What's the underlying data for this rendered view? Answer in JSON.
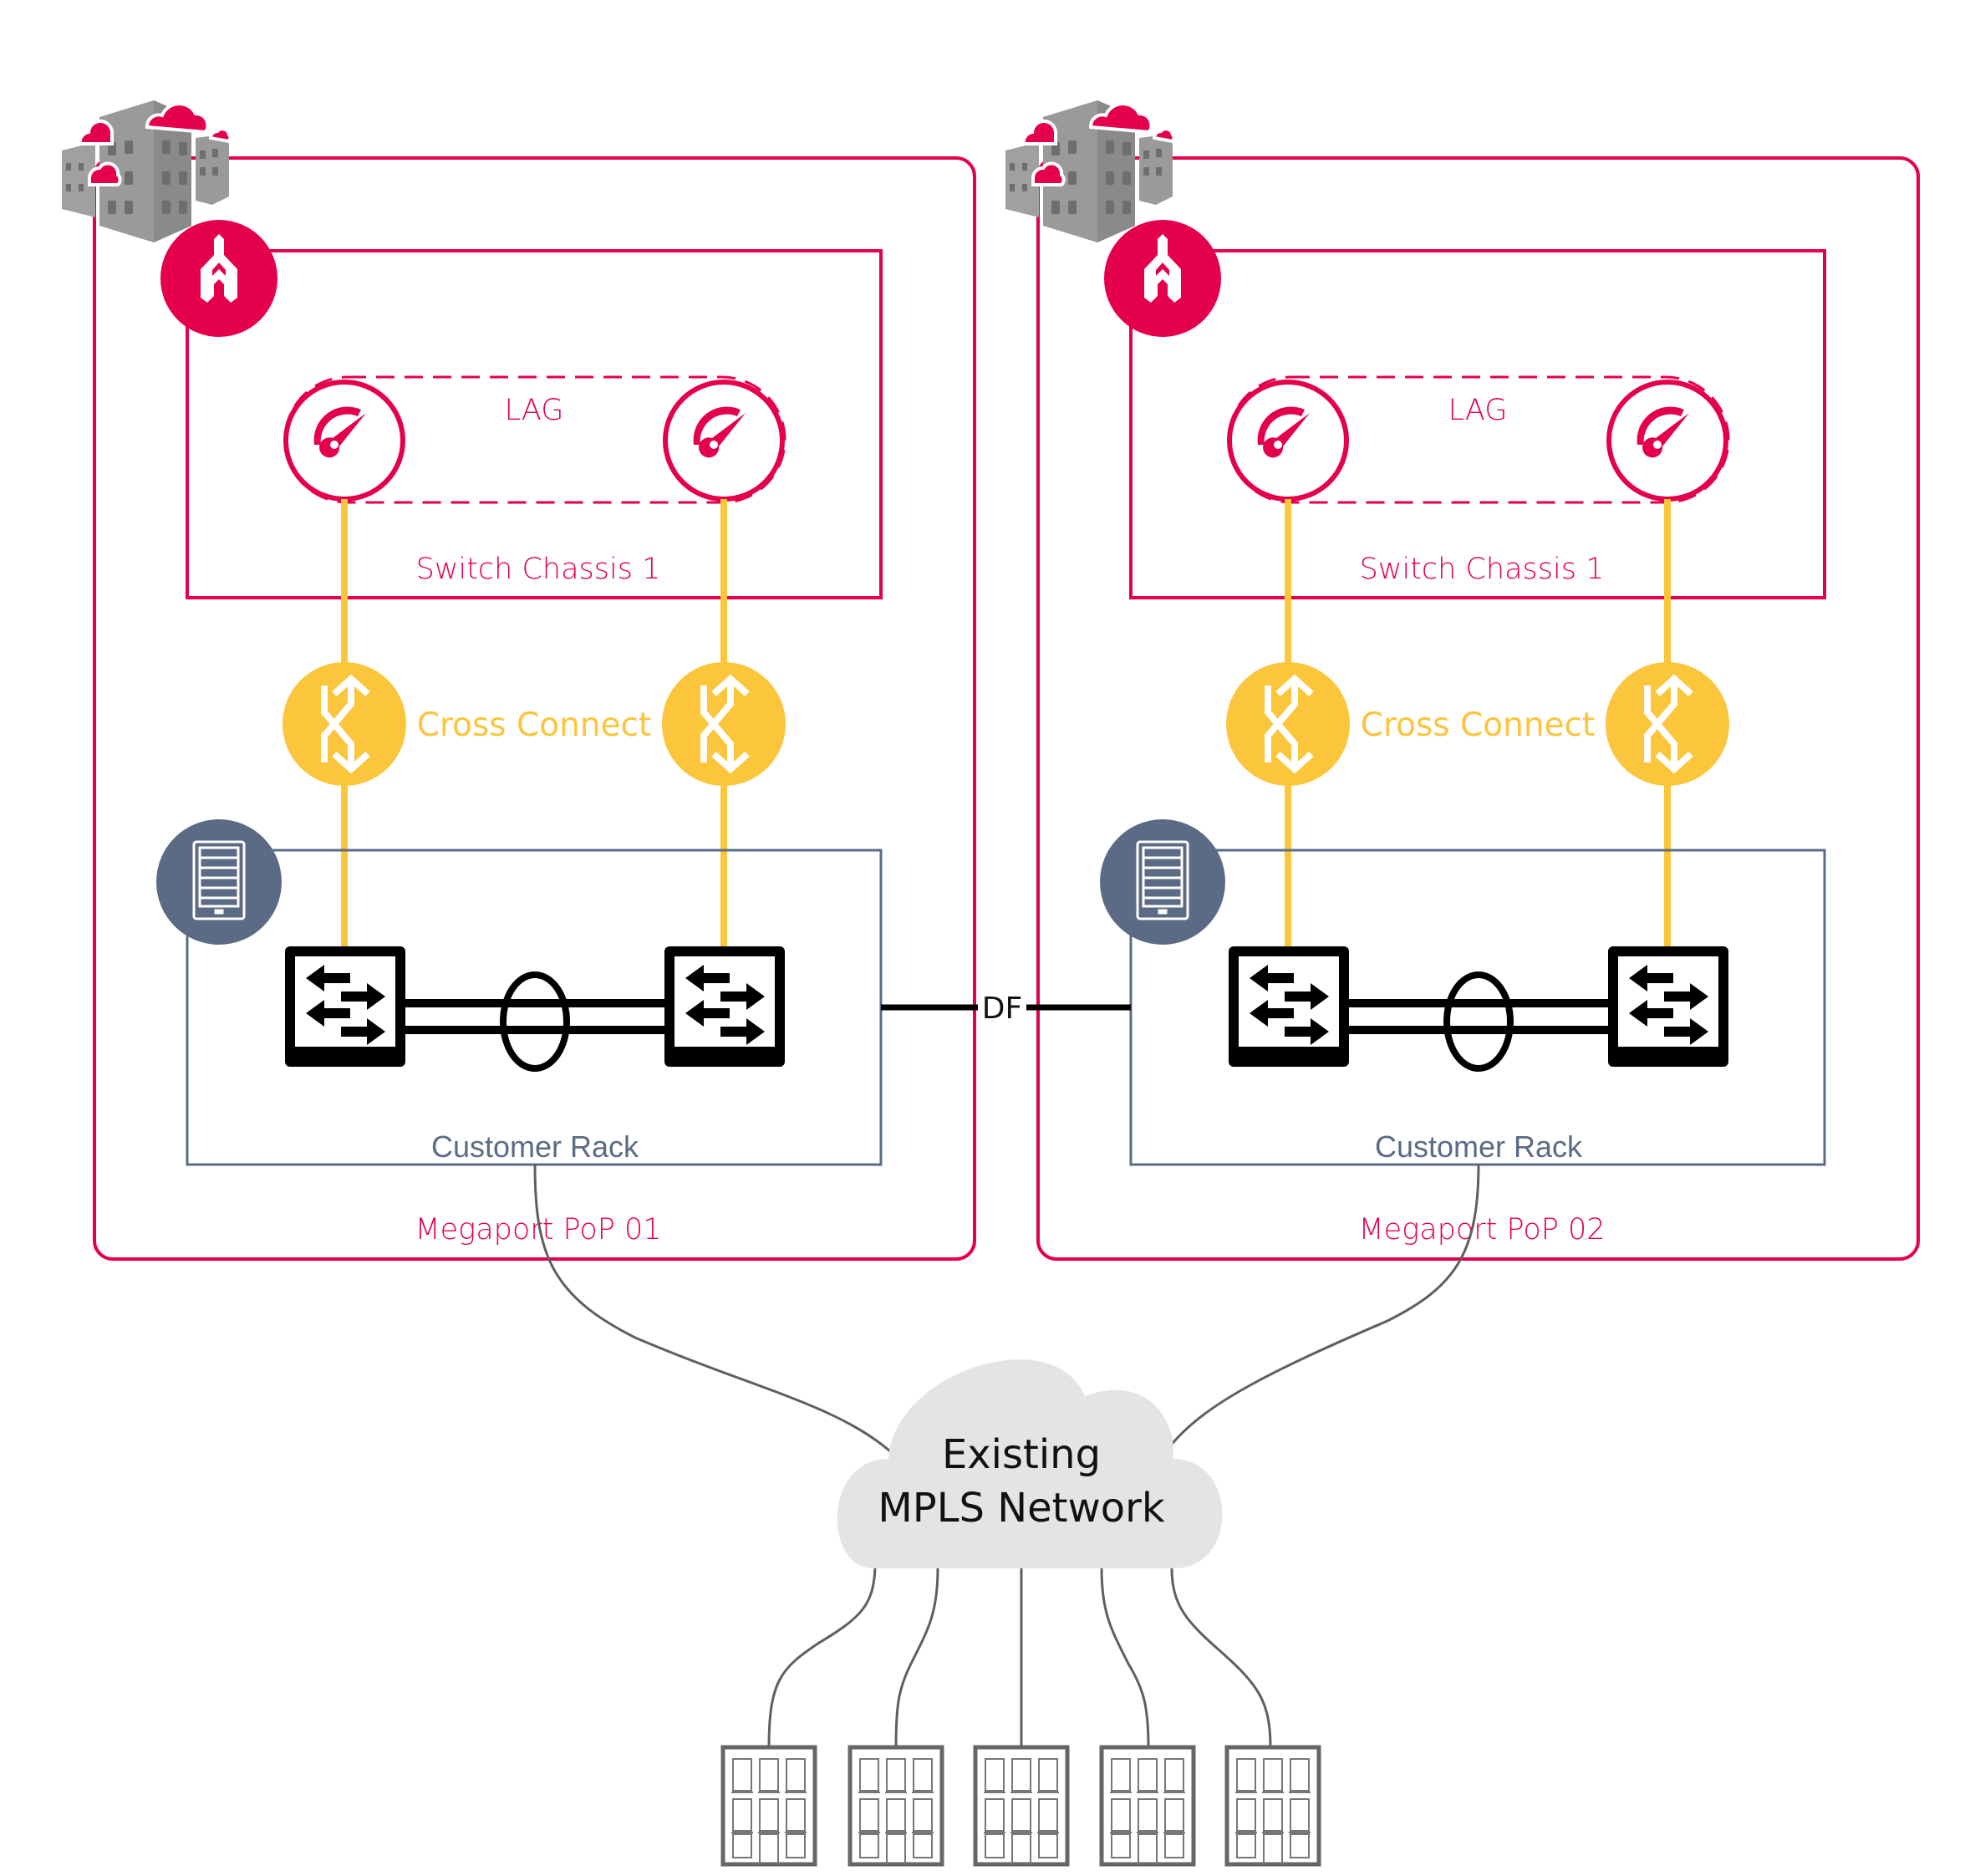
{
  "colors": {
    "brand_red": "#e4004b",
    "cross_connect_yellow": "#fbc53c",
    "rack_slate": "#5b6b85",
    "cable_gray": "#5f5f5f",
    "cloud_gray": "#e4e4e4",
    "building_gray": "#9a9a9c"
  },
  "pops": [
    {
      "name": "Megaport PoP 01",
      "chassis_label": "Switch Chassis 1",
      "lag_label": "LAG",
      "cross_connect_label": "Cross Connect",
      "rack_label": "Customer Rack",
      "icons": {
        "site": "datacenter-buildings-icon",
        "brand": "megaport-logo-icon",
        "port": "speedometer-port-icon",
        "cross_connect": "cross-connect-icon",
        "rack": "server-rack-icon",
        "switch": "network-switch-icon"
      }
    },
    {
      "name": "Megaport PoP 02",
      "chassis_label": "Switch Chassis 1",
      "lag_label": "LAG",
      "cross_connect_label": "Cross Connect",
      "rack_label": "Customer Rack",
      "icons": {
        "site": "datacenter-buildings-icon",
        "brand": "megaport-logo-icon",
        "port": "speedometer-port-icon",
        "cross_connect": "cross-connect-icon",
        "rack": "server-rack-icon",
        "switch": "network-switch-icon"
      }
    }
  ],
  "interconnect": {
    "label": "DF"
  },
  "wan": {
    "line1": "Existing",
    "line2": "MPLS Network"
  },
  "branch_sites": {
    "count": 5,
    "icon": "office-building-icon"
  }
}
